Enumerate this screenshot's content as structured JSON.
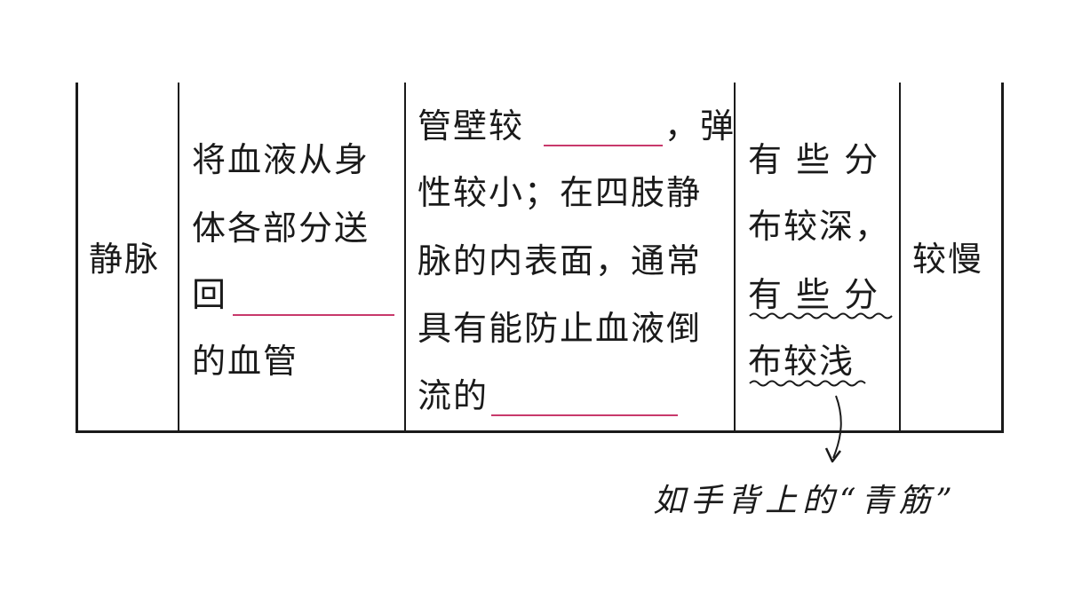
{
  "row": {
    "name": "静脉",
    "function_lines": [
      "将血液从身",
      "体各部分送",
      "回",
      "的血管"
    ],
    "structure_lines": [
      "管壁较",
      "，弹",
      "性较小；在四肢静",
      "脉的内表面，通常",
      "具有能防止血液倒",
      "流的"
    ],
    "distribution_lines": [
      "有 些 分",
      "布较深，",
      "有 些 分",
      "布较浅"
    ],
    "speed": "较慢"
  },
  "annotation": {
    "text": "如手背上的“青筋”"
  },
  "colors": {
    "line": "#1a1a1a",
    "blank_underline": "#c8396b"
  }
}
